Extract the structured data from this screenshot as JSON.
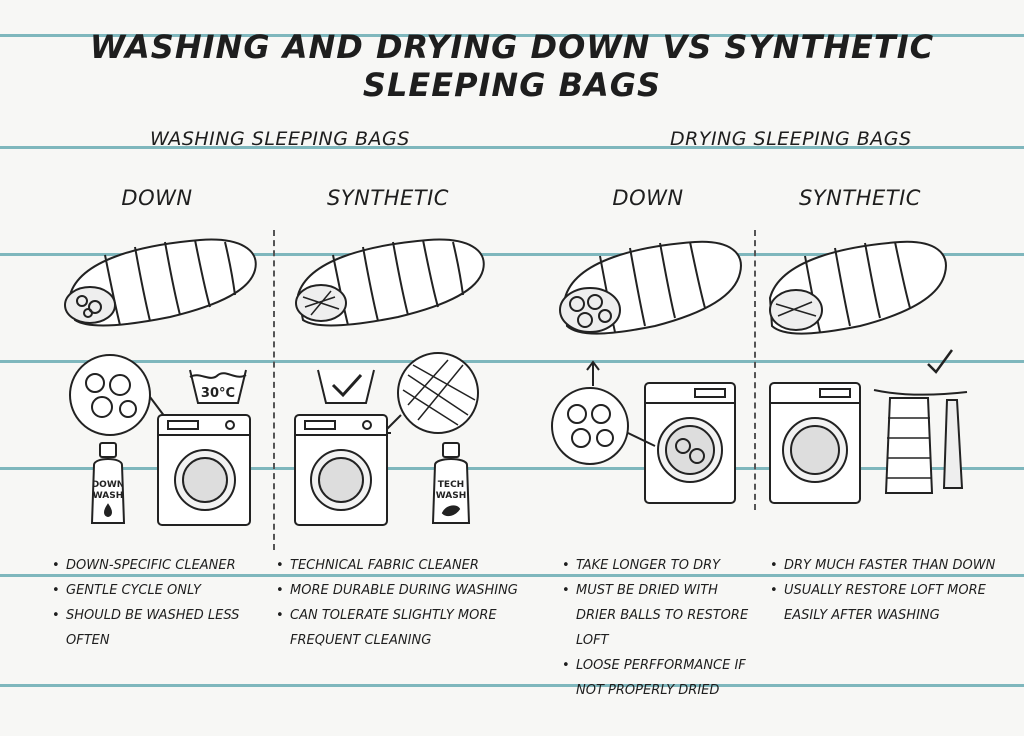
{
  "title": "Washing and Drying Down vs Synthetic Sleeping Bags",
  "sections": {
    "washing": "Washing Sleeping Bags",
    "drying": "Drying Sleeping Bags"
  },
  "columns": [
    {
      "id": "wash-down",
      "heading": "Down",
      "icons": [
        "down-sleeping-bag-icon",
        "down-feather-closeup-icon",
        "wash-30c-symbol-icon",
        "down-wash-bottle-icon",
        "washing-machine-icon"
      ],
      "labels": {
        "temperature": "30°C",
        "bottle_line1": "DOWN",
        "bottle_line2": "WASH"
      },
      "bullets": [
        "Down-specific cleaner",
        "Gentle cycle only",
        "Should be washed less often"
      ]
    },
    {
      "id": "wash-synthetic",
      "heading": "Synthetic",
      "icons": [
        "synthetic-sleeping-bag-icon",
        "washing-checkmark-symbol-icon",
        "synthetic-fiber-closeup-icon",
        "washing-machine-icon",
        "tech-wash-bottle-icon"
      ],
      "labels": {
        "bottle_line1": "TECH",
        "bottle_line2": "WASH"
      },
      "bullets": [
        "Technical fabric cleaner",
        "More durable during washing",
        "Can tolerate slightly more frequent cleaning"
      ]
    },
    {
      "id": "dry-down",
      "heading": "Down",
      "icons": [
        "down-sleeping-bag-icon",
        "down-clumps-closeup-icon",
        "dryer-machine-icon"
      ],
      "bullets": [
        "Take longer to dry",
        "Must be dried with drier balls to restore loft",
        "Loose perfformance if not properly dried"
      ]
    },
    {
      "id": "dry-synthetic",
      "heading": "Synthetic",
      "icons": [
        "synthetic-sleeping-bag-icon",
        "checkmark-icon",
        "dryer-machine-icon",
        "hanging-bag-on-line-icon"
      ],
      "bullets": [
        "Dry much faster than down",
        "Usually restore loft more easily after washing"
      ]
    }
  ],
  "colors": {
    "paper": "#f7f7f5",
    "ruled_line": "#7fb7bd",
    "ink": "#1e1e1e"
  }
}
